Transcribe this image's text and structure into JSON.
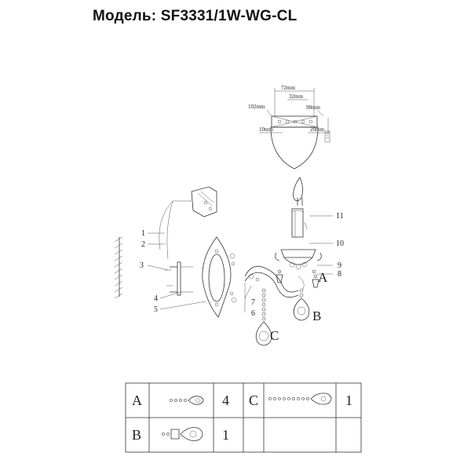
{
  "header": {
    "title": "Модель: SF3331/1W-WG-CL"
  },
  "dimensions": {
    "top_width": "72mm",
    "inner_width": "32mm",
    "height": "102mm",
    "right_height": "98mm",
    "bottom_left": "10mm",
    "bottom_right": "20mm"
  },
  "callouts": [
    "1",
    "2",
    "3",
    "4",
    "5",
    "6",
    "7",
    "8",
    "9",
    "10",
    "11"
  ],
  "crystal_labels": {
    "a": "A",
    "b": "B",
    "c": "C"
  },
  "parts_table": {
    "rows": [
      {
        "letter": "A",
        "qty": "4"
      },
      {
        "letter": "B",
        "qty": "1"
      },
      {
        "letter": "C",
        "qty": "1"
      }
    ]
  }
}
